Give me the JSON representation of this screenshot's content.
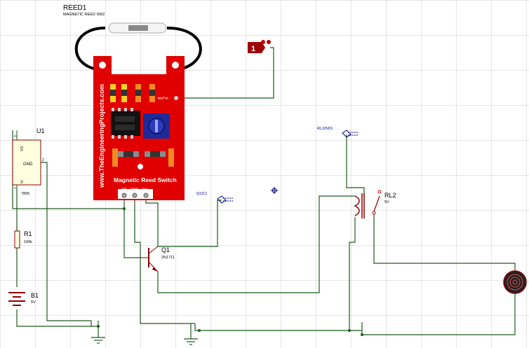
{
  "reed": {
    "ref": "REED1",
    "part": "MAGNETIC REED SW2"
  },
  "module": {
    "site": "www.TheEngineeringProjects.com",
    "title": "Magnetic Reed Switch",
    "pins": [
      "D0",
      "GND",
      "Vcc"
    ],
    "test_pin": "test^m"
  },
  "logic_probe": {
    "value": "1"
  },
  "regulator": {
    "ref": "U1",
    "part": "7805",
    "pin_vo": "VO",
    "pin_gnd": "GND",
    "pin_vi": "VI",
    "pin1": "1",
    "pin2": "2",
    "pin3": "3"
  },
  "resistor": {
    "ref": "R1",
    "value": "100k"
  },
  "battery": {
    "ref": "B1",
    "value": "5V"
  },
  "transistor": {
    "ref": "Q1",
    "part": "2N1711"
  },
  "terminals": {
    "q1c": "Q1(C)",
    "rl2no": "RL2(NO)"
  },
  "relay": {
    "ref": "RL2",
    "value": "5V"
  },
  "colors": {
    "grid": "#cccccc",
    "wire": "#1e5a1e",
    "board": "#e00000",
    "symbol": "#8b0000",
    "label": "#000080"
  }
}
